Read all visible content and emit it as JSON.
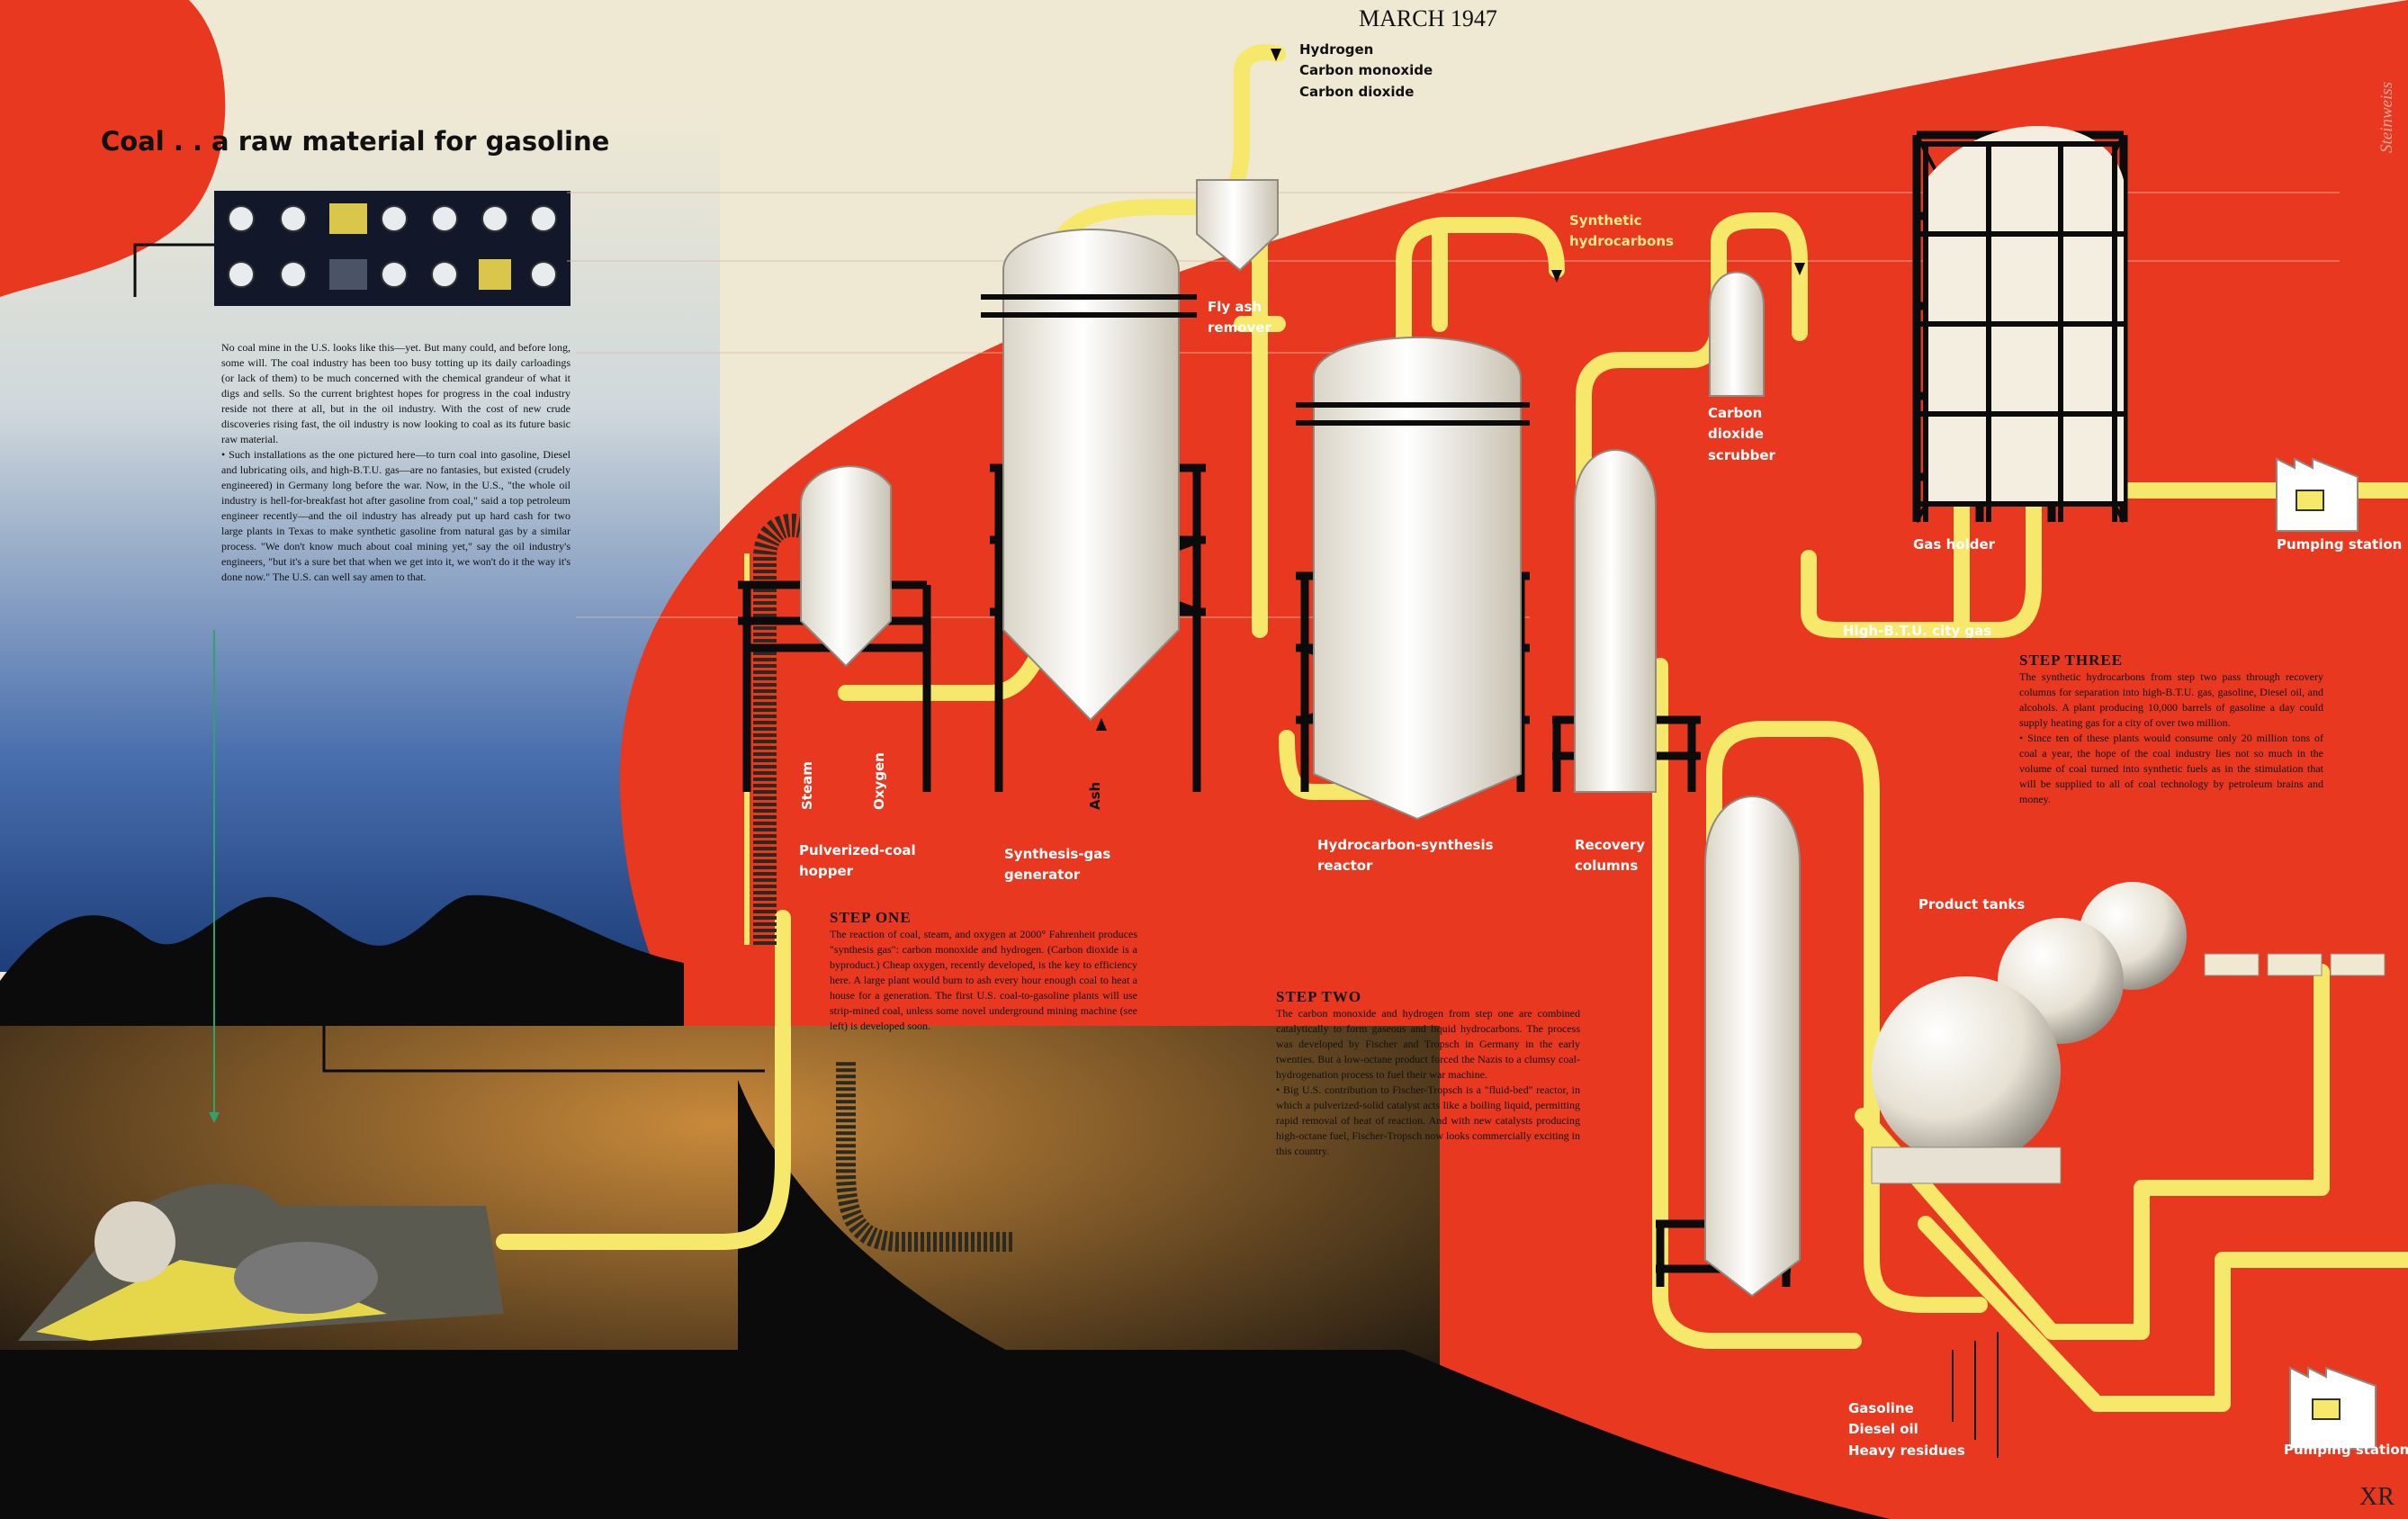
{
  "header": {
    "date": "MARCH 1947",
    "corner_mark": "XR",
    "signature": "Steinweiss"
  },
  "title": {
    "word": "Coal",
    "rest": ". . a raw material for gasoline"
  },
  "intro_text": [
    "No coal mine in the U.S. looks like this—yet. But many could, and before long, some will. The coal industry has been too busy totting up its daily carloadings (or lack of them) to be much concerned with the chemical grandeur of what it digs and sells. So the current brightest hopes for progress in the coal industry reside not there at all, but in the oil industry. With the cost of new crude discoveries rising fast, the oil industry is now looking to coal as its future basic raw material.",
    "• Such installations as the one pictured here—to turn coal into gasoline, Diesel and lubricating oils, and high-B.T.U. gas—are no fantasies, but existed (crudely engineered) in Germany long before the war. Now, in the U.S., \"the whole oil industry is hell-for-breakfast hot after gasoline from coal,\" said a top petroleum engineer recently—and the oil industry has already put up hard cash for two large plants in Texas to make synthetic gasoline from natural gas by a similar process. \"We don't know much about coal mining yet,\" say the oil industry's engineers, \"but it's a sure bet that when we get into it, we won't do it the way it's done now.\" The U.S. can well say amen to that."
  ],
  "labels": {
    "gases": "Hydrogen\nCarbon monoxide\nCarbon dioxide",
    "fly_ash_remover": "Fly ash\nremover",
    "synthetic_hydrocarbons": "Synthetic\nhydrocarbons",
    "co2_scrubber": "Carbon\ndioxide\nscrubber",
    "gas_holder": "Gas holder",
    "pumping_station_1": "Pumping station",
    "pumping_station_2": "Pumping station",
    "city_gas": "High-B.T.U. city gas",
    "steam": "Steam",
    "oxygen": "Oxygen",
    "ash": "Ash",
    "hopper": "Pulverized-coal\nhopper",
    "generator": "Synthesis-gas\ngenerator",
    "reactor": "Hydrocarbon-synthesis\nreactor",
    "recovery": "Recovery\ncolumns",
    "product_tanks": "Product tanks",
    "products": "Gasoline\nDiesel oil\nHeavy residues"
  },
  "steps": [
    {
      "heading": "STEP ONE",
      "text": "The reaction of coal, steam, and oxygen at 2000° Fahrenheit produces \"synthesis gas\": carbon monoxide and hydrogen. (Carbon dioxide is a byproduct.) Cheap oxygen, recently developed, is the key to efficiency here. A large plant would burn to ash every hour enough coal to heat a house for a generation. The first U.S. coal-to-gasoline plants will use strip-mined coal, unless some novel underground mining machine (see left) is developed soon."
    },
    {
      "heading": "STEP TWO",
      "text": "The carbon monoxide and hydrogen from step one are combined catalytically to form gaseous and liquid hydrocarbons. The process was developed by Fischer and Tropsch in Germany in the early twenties. But a low-octane product forced the Nazis to a clumsy coal-hydrogenation process to fuel their war machine.",
      "text2": "• Big U.S. contribution to Fischer-Tropsch is a \"fluid-bed\" reactor, in which a pulverized-solid catalyst acts like a boiling liquid, permitting rapid removal of heat of reaction. And with new catalysts producing high-octane fuel, Fischer-Tropsch now looks commercially exciting in this country."
    },
    {
      "heading": "STEP THREE",
      "text": "The synthetic hydrocarbons from step two pass through recovery columns for separation into high-B.T.U. gas, gasoline, Diesel oil, and alcohols. A plant producing 10,000 barrels of gasoline a day could supply heating gas for a city of over two million.",
      "text2": "• Since ten of these plants would consume only 20 million tons of coal a year, the hope of the coal industry lies not so much in the volume of coal turned into synthetic fuels as in the stimulation that will be supplied to all of coal technology by petroleum brains and money."
    }
  ],
  "colors": {
    "red": "#e8381f",
    "cream": "#efe9d4",
    "pipe": "#f5e86a",
    "black": "#0b0b0b",
    "sky": "#2f5c9e"
  }
}
